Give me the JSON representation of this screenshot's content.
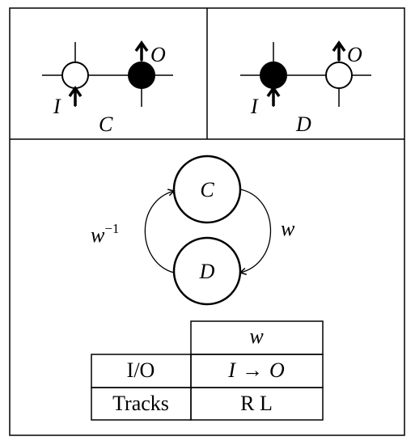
{
  "panels": {
    "left": {
      "io_in": "I",
      "io_out": "O",
      "caption": "C"
    },
    "right": {
      "io_in": "I",
      "io_out": "O",
      "caption": "D"
    }
  },
  "state_diagram": {
    "state_top": "C",
    "state_bottom": "D",
    "edge_left_base": "w",
    "edge_left_sup": "−1",
    "edge_right": "w"
  },
  "table": {
    "header_col": "w",
    "rows": [
      {
        "label": "I/O",
        "value_from": "I",
        "value_arrow": "→",
        "value_to": "O"
      },
      {
        "label": "Tracks",
        "value": "R L"
      }
    ]
  }
}
